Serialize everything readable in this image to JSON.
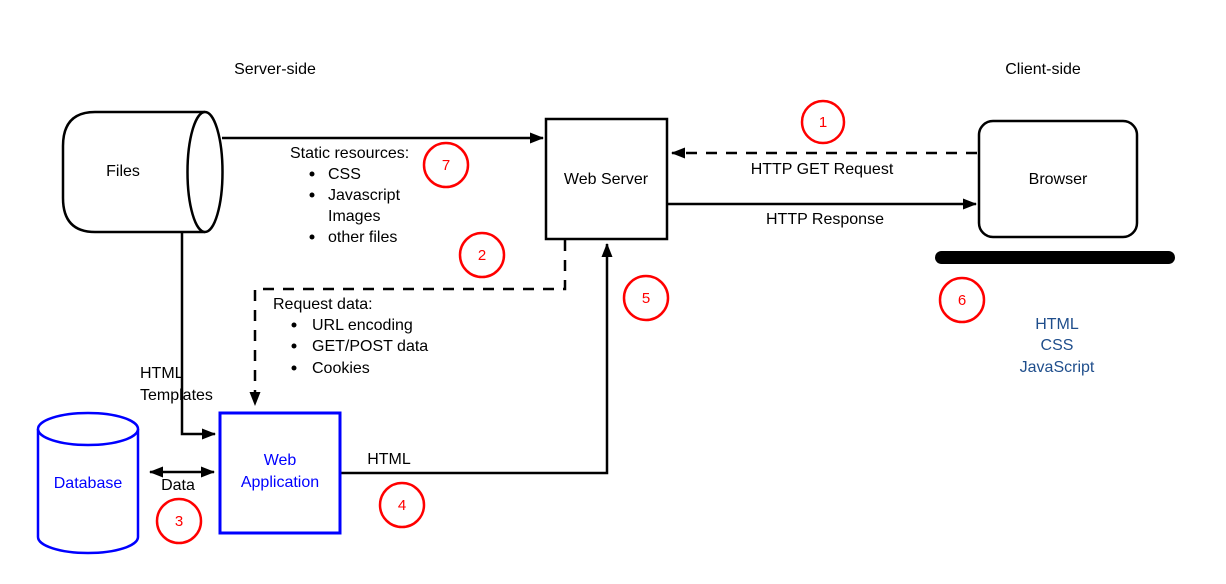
{
  "diagram": {
    "sections": {
      "server_label": "Server-side",
      "client_label": "Client-side"
    },
    "nodes": {
      "files": {
        "label": "Files"
      },
      "web_server": {
        "label": "Web Server"
      },
      "browser": {
        "label": "Browser"
      },
      "database": {
        "label": "Database"
      },
      "web_application": {
        "line1": "Web",
        "line2": "Application"
      }
    },
    "edges": {
      "http_get": {
        "label": "HTTP GET Request",
        "style": "dashed"
      },
      "http_response": {
        "label": "HTTP Response",
        "style": "solid"
      },
      "static_resources": {
        "title": "Static resources:",
        "items": [
          "CSS",
          "Javascript",
          "Images",
          "other files"
        ]
      },
      "request_data": {
        "title": "Request data:",
        "items": [
          "URL encoding",
          "GET/POST data",
          "Cookies"
        ]
      },
      "html_templates": {
        "line1": "HTML",
        "line2": "Templates"
      },
      "data": {
        "label": "Data"
      },
      "html": {
        "label": "HTML"
      }
    },
    "client_outputs": [
      "HTML",
      "CSS",
      "JavaScript"
    ],
    "steps": [
      "1",
      "2",
      "3",
      "4",
      "5",
      "6",
      "7"
    ],
    "colors": {
      "line_black": "#000000",
      "node_blue": "#0000ff",
      "client_output_blue": "#1f4e8c",
      "step_red": "#ff0000",
      "background": "#ffffff"
    }
  }
}
